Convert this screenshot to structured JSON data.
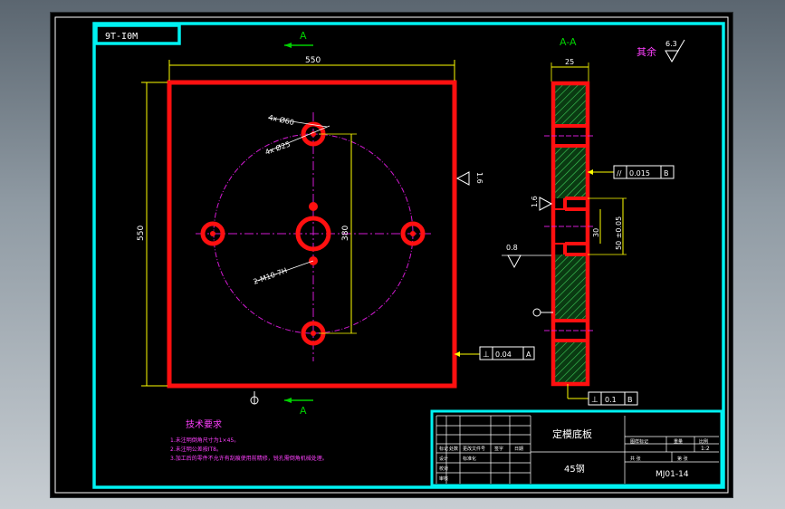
{
  "drawing": {
    "stamp": "9T-I0M",
    "section_top": "A",
    "section_bottom": "A",
    "section_title": "A-A",
    "rest_label": "其余",
    "rest_roughness": "6.3",
    "roughness_side": "1.6",
    "roughness_bore": "1.6",
    "roughness_face": "0.8"
  },
  "dimensions": {
    "width": "550",
    "height": "550",
    "pcd": "380",
    "thickness": "25",
    "cb_dia": "4x Ø60",
    "hole_dia": "4x Ø25",
    "tap": "2-M10-7H",
    "depth_30": "30",
    "depth_50": "50 ±0.05"
  },
  "tolerances": {
    "parallel_value": "0.015",
    "parallel_datum": "B",
    "perp_value": "0.04",
    "perp_datum": "A",
    "perp2_value": "0.1",
    "perp2_datum": "B"
  },
  "notes": {
    "title": "技术要求",
    "lines": [
      "1.未注明倒角尺寸为1×45。",
      "2.未注明公差按IT8。",
      "3.加工后的零件不允许有刮痕使用前精修，锐孔需倒角机械处理。"
    ]
  },
  "title_block": {
    "part_name": "定模底板",
    "material": "45钢",
    "drawing_no": "MJ01-14",
    "scale": "1:2",
    "headers_right": [
      "图样标记",
      "重量",
      "比例"
    ],
    "row_labels": [
      "标记",
      "处数",
      "更改文件号",
      "签字",
      "日期"
    ],
    "design": "设计",
    "check": "校对",
    "standard": "标准化",
    "review": "审核",
    "sheet_total": "共 张",
    "sheet_no": "第 张"
  }
}
